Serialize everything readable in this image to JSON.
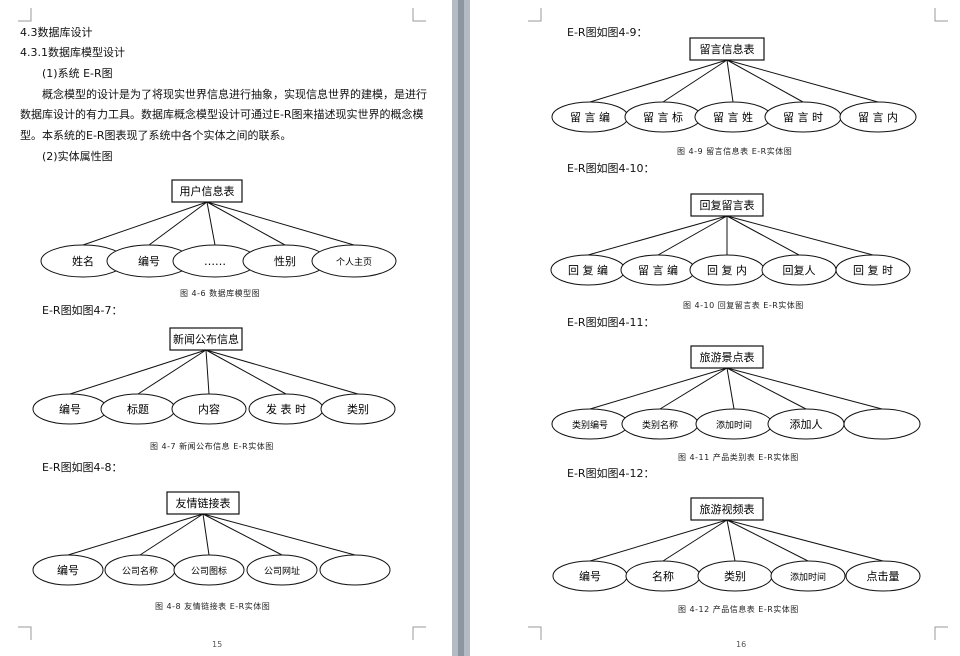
{
  "left_page": {
    "heading_1": "4.3数据库设计",
    "heading_2": "4.3.1数据库模型设计",
    "sub_1": "(1)系统 E-R图",
    "para_line_1": "概念模型的设计是为了将现实世界信息进行抽象，实现信息世界的建模，是进行",
    "para_line_2": "数据库设计的有力工具。数据库概念模型设计可通过E-R图来描述现实世界的概念模",
    "para_line_3": "型。本系统的E-R图表现了系统中各个实体之间的联系。",
    "sub_2": "(2)实体属性图",
    "page_number": "15",
    "diagrams": [
      {
        "entity": "用户信息表",
        "attributes": [
          "姓名",
          "编号",
          "……",
          "性别",
          "个人主页"
        ],
        "intro": "",
        "caption": "图 4-6 数据库模型图"
      },
      {
        "entity": "新闻公布信息",
        "attributes": [
          "编号",
          "标题",
          "内容",
          "发 表 时",
          "类别"
        ],
        "intro": "E-R图如图4-7：",
        "caption": "图 4-7 新闻公布信息 E-R实体图"
      },
      {
        "entity": "友情链接表",
        "attributes": [
          "编号",
          "公司名称",
          "公司图标",
          "公司网址",
          ""
        ],
        "intro": "E-R图如图4-8：",
        "caption": "图 4-8 友情链接表 E-R实体图"
      }
    ]
  },
  "right_page": {
    "page_number": "16",
    "diagrams": [
      {
        "entity": "留言信息表",
        "attributes": [
          "留 言 编",
          "留 言 标",
          "留 言 姓",
          "留 言 时",
          "留 言 内"
        ],
        "intro": "E-R图如图4-9：",
        "caption": "图 4-9 留言信息表 E-R实体图"
      },
      {
        "entity": "回复留言表",
        "attributes": [
          "回 复 编",
          "留 言 编",
          "回 复 内",
          "回复人",
          "回 复 时"
        ],
        "intro": "E-R图如图4-10：",
        "caption": "图 4-10 回复留言表 E-R实体图"
      },
      {
        "entity": "旅游景点表",
        "attributes": [
          "类别编号",
          "类别名称",
          "添加时间",
          "添加人",
          ""
        ],
        "intro": "E-R图如图4-11：",
        "caption": "图 4-11 产品类别表 E-R实体图"
      },
      {
        "entity": "旅游视频表",
        "attributes": [
          "编号",
          "名称",
          "类别",
          "添加时间",
          "点击量"
        ],
        "intro": "E-R图如图4-12：",
        "caption": "图 4-12 产品信息表 E-R实体图"
      }
    ]
  }
}
